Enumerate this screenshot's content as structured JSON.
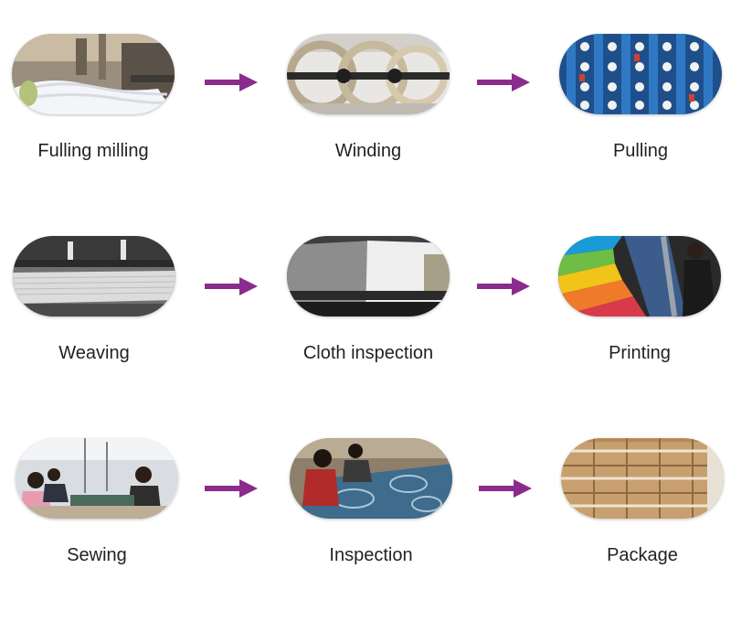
{
  "steps": [
    {
      "label": "Fulling milling",
      "icon": "fulling-milling-photo"
    },
    {
      "label": "Winding",
      "icon": "winding-photo"
    },
    {
      "label": "Pulling",
      "icon": "pulling-photo"
    },
    {
      "label": "Weaving",
      "icon": "weaving-photo"
    },
    {
      "label": "Cloth inspection",
      "icon": "cloth-inspection-photo"
    },
    {
      "label": "Printing",
      "icon": "printing-photo"
    },
    {
      "label": "Sewing",
      "icon": "sewing-photo"
    },
    {
      "label": "Inspection",
      "icon": "inspection-photo"
    },
    {
      "label": "Package",
      "icon": "package-photo"
    }
  ],
  "colors": {
    "arrow": "#8b2c8d",
    "text": "#222222",
    "background": "#ffffff"
  }
}
